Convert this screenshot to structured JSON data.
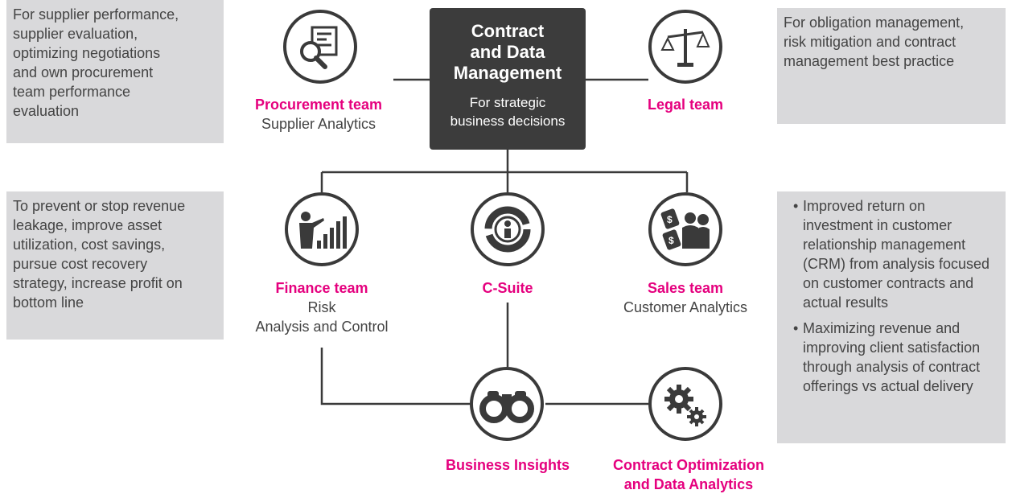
{
  "center": {
    "title": [
      "Contract",
      "and Data",
      "Management"
    ],
    "subtitle": [
      "For strategic",
      "business decisions"
    ]
  },
  "boxes": {
    "top_left": [
      "For supplier performance,",
      "supplier evaluation,",
      "optimizing negotiations",
      "and own procurement",
      "team performance",
      "evaluation"
    ],
    "top_right": [
      "For obligation management,",
      "risk mitigation and contract",
      "management best practice"
    ],
    "mid_left": [
      "To prevent or stop revenue",
      "leakage, improve asset",
      "utilization, cost savings,",
      "pursue cost recovery",
      "strategy, increase profit on",
      "bottom line"
    ],
    "right_bullets": [
      [
        "Improved return on",
        "investment in customer",
        "relationship management",
        "(CRM) from analysis focused",
        "on customer contracts and",
        "actual results"
      ],
      [
        "Maximizing revenue and",
        "improving client satisfaction",
        "through analysis of contract",
        "offerings vs actual delivery"
      ]
    ]
  },
  "nodes": {
    "procurement": {
      "name": "Procurement team",
      "sub": "Supplier Analytics",
      "icon": "report-magnifier-icon"
    },
    "legal": {
      "name": "Legal team",
      "icon": "scales-icon"
    },
    "finance": {
      "name": "Finance team",
      "sub": [
        "Risk",
        "Analysis and Control"
      ],
      "icon": "presenter-chart-icon"
    },
    "csuite": {
      "name": "C-Suite",
      "icon": "person-cycle-icon"
    },
    "sales": {
      "name": "Sales team",
      "sub": "Customer Analytics",
      "icon": "price-tags-people-icon"
    },
    "insights": {
      "name": "Business Insights",
      "icon": "binoculars-icon"
    },
    "optimization": {
      "name": [
        "Contract Optimization",
        "and Data Analytics"
      ],
      "icon": "gears-icon"
    }
  },
  "colors": {
    "accent": "#e5007e",
    "dark": "#3c3c3c",
    "box_bg": "#d9d9db"
  }
}
